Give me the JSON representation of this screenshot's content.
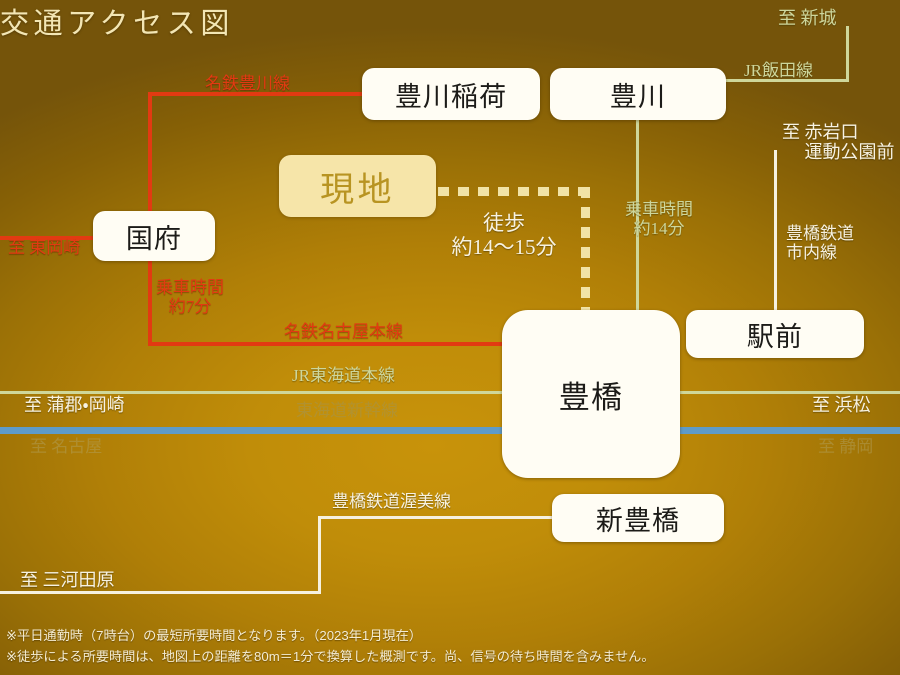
{
  "title": "交通アクセス図",
  "stations": [
    {
      "id": "toyokawa-inari",
      "label": "豊川稲荷"
    },
    {
      "id": "toyokawa",
      "label": "豊川"
    },
    {
      "id": "site",
      "label": "現地"
    },
    {
      "id": "kou",
      "label": "国府"
    },
    {
      "id": "ekimae",
      "label": "駅前"
    },
    {
      "id": "toyohashi",
      "label": "豊橋"
    },
    {
      "id": "shin-toyohashi",
      "label": "新豊橋"
    }
  ],
  "lines": [
    {
      "id": "meitetsu-toyokawa",
      "label": "名鉄豊川線",
      "color": "#e23a12"
    },
    {
      "id": "meitetsu-nagoya-main",
      "label": "名鉄名古屋本線",
      "color": "#e23a12"
    },
    {
      "id": "jr-iida",
      "label": "JR飯田線",
      "color": "#cfd79a"
    },
    {
      "id": "jr-tokaido-main",
      "label": "JR東海道本線",
      "color": "#cfd79a"
    },
    {
      "id": "tokaido-shinkansen",
      "label": "東海道新幹線",
      "color": "#5e9bc9"
    },
    {
      "id": "toyohashi-shinai",
      "label": "豊橋鉄道\n市内線",
      "color": "#f6f1e0"
    },
    {
      "id": "toyohashi-atsumi",
      "label": "豊橋鉄道渥美線",
      "color": "#f6f1e0"
    }
  ],
  "destinations": [
    {
      "id": "shinshiro",
      "label": "至 新城"
    },
    {
      "id": "akaiwaguchi",
      "label": "至 赤岩口\n　 運動公園前"
    },
    {
      "id": "higashi-okazaki",
      "label": "至 東岡崎"
    },
    {
      "id": "gamagori-okazaki",
      "label": "至 蒲郡・岡崎"
    },
    {
      "id": "hamamatsu",
      "label": "至 浜松"
    },
    {
      "id": "nagoya",
      "label": "至 名古屋"
    },
    {
      "id": "shizuoka",
      "label": "至 静岡"
    },
    {
      "id": "mikawa-tahara",
      "label": "至 三河田原"
    }
  ],
  "durations": [
    {
      "id": "kou-ride",
      "label": "乗車時間\n約7分"
    },
    {
      "id": "walk",
      "label": "徒歩\n約14〜15分"
    },
    {
      "id": "toyokawa-ride",
      "label": "乗車時間\n約14分"
    }
  ],
  "notes": [
    "※平日通勤時（7時台）の最短所要時間となります。（2023年1月現在）",
    "※徒歩による所要時間は、地図上の距離を80m＝1分で換算した概測です。尚、信号の待ち時間を含みません。"
  ],
  "colors": {
    "background_center": "#c8930a",
    "background_edge": "#75540a",
    "meitetsu_red": "#e23a12",
    "jr_green": "#cfd79a",
    "shinkansen_blue": "#5e9bc9",
    "toyotetsu_white": "#f6f1e0",
    "site_box": "#f6e5a9",
    "station_box": "#fffdf4",
    "title_text": "#f3e6b4"
  }
}
